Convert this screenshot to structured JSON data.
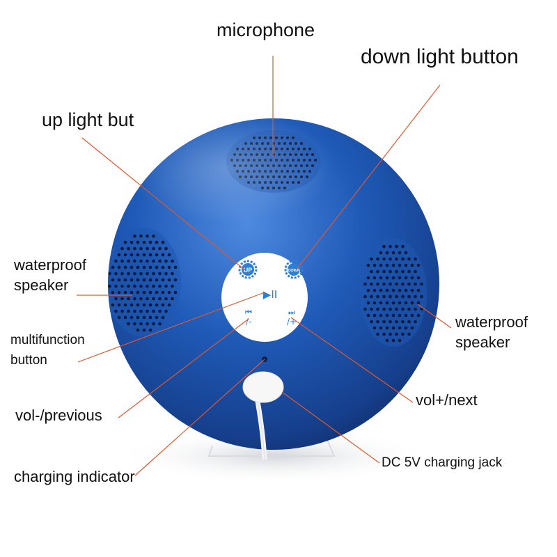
{
  "labels": {
    "microphone": "microphone",
    "down_light_button": "down light button",
    "up_light_button": "up light but",
    "waterproof_speaker_left": [
      "waterproof",
      "speaker"
    ],
    "waterproof_speaker_right": [
      "waterproof",
      "speaker"
    ],
    "multifunction_button": [
      "multifunction",
      "button"
    ],
    "vol_previous": "vol-/previous",
    "vol_next": "vol+/next",
    "charging_indicator": "charging indicator",
    "dc_charging_jack": "DC 5V charging jack"
  },
  "device": {
    "up_button_text": "UP",
    "down_button_text": "DOWN",
    "play_pause_symbol": "▶II",
    "prev_symbol": "⏮",
    "next_symbol": "⏭",
    "vol_minus_symbol": "/-",
    "vol_plus_symbol": "/+"
  },
  "colors": {
    "ball": "#1f5bb8",
    "leader_lines": "#e2572c",
    "button_blue": "#2a7fd6"
  }
}
